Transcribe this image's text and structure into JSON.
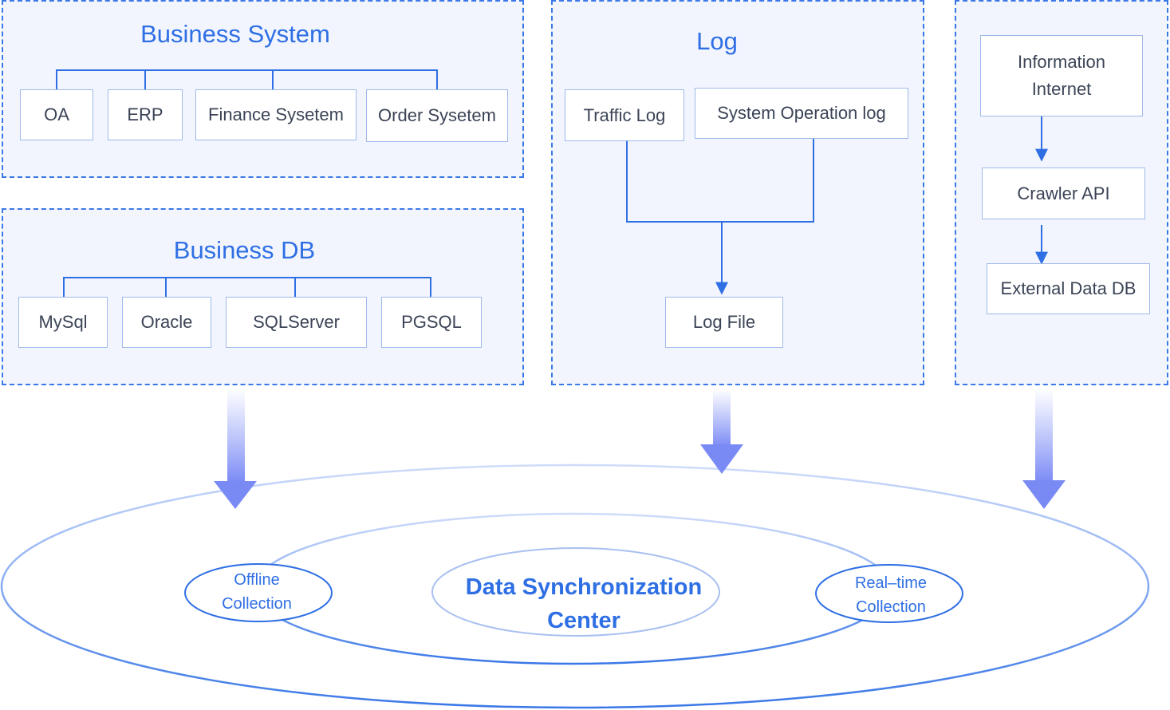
{
  "business_system": {
    "title": "Business System",
    "items": [
      "OA",
      "ERP",
      "Finance Sysetem",
      "Order Sysetem"
    ]
  },
  "business_db": {
    "title": "Business DB",
    "items": [
      "MySql",
      "Oracle",
      "SQLServer",
      "PGSQL"
    ]
  },
  "log": {
    "title": "Log",
    "sources": [
      "Traffic Log",
      "System Operation log"
    ],
    "target": "Log File"
  },
  "external": {
    "source_line1": "Information",
    "source_line2": "Internet",
    "api": "Crawler API",
    "db": "External Data DB"
  },
  "sync_center": {
    "title_line1": "Data Synchronization",
    "title_line2": "Center",
    "offline_line1": "Offline",
    "offline_line2": "Collection",
    "realtime_line1": "Real–time",
    "realtime_line2": "Collection"
  },
  "colors": {
    "accent": "#2f6fe4",
    "panel_bg": "#f2f5fd",
    "panel_border": "#3b78e7",
    "node_border": "#9fb9ea",
    "text": "#3b4456",
    "arrow_gradient_end": "#7a8af5"
  }
}
